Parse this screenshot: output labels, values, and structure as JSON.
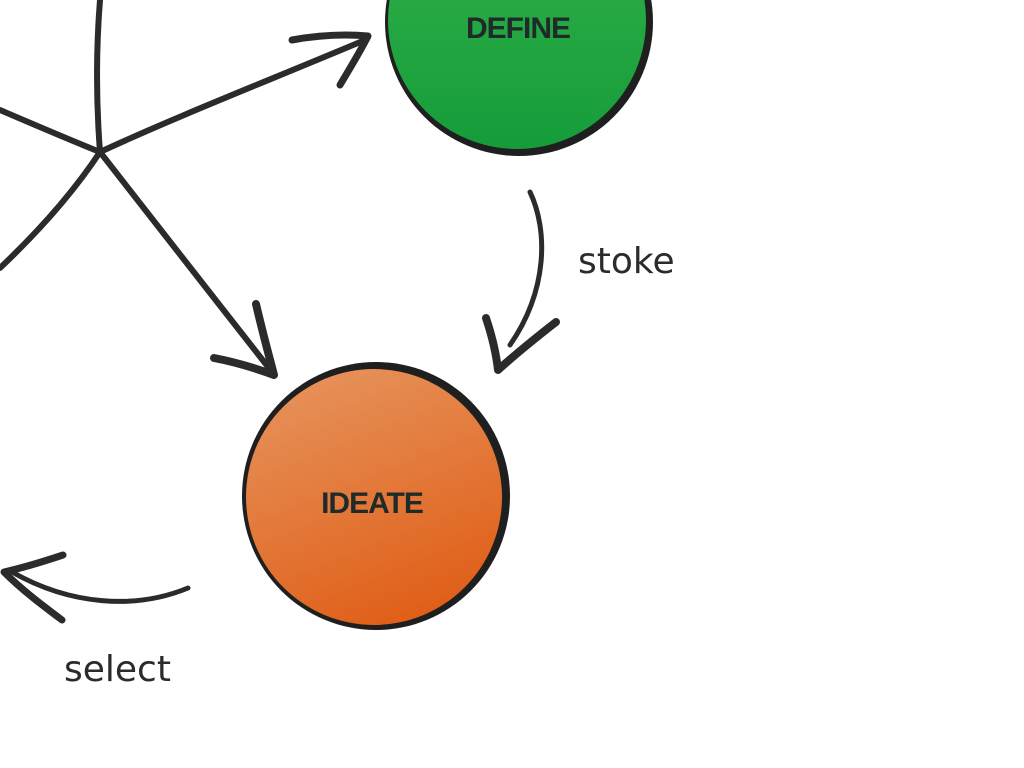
{
  "nodes": {
    "define": {
      "label": "DEFINE",
      "color_top": "#34b34a",
      "color_bottom": "#159c3a"
    },
    "ideate": {
      "label": "IDEATE",
      "color_top": "#e6935c",
      "color_bottom": "#e05f18"
    }
  },
  "edge_labels": {
    "stoke": "stoke",
    "select": "select"
  },
  "colors": {
    "ink": "#2b2b2b",
    "background": "#ffffff"
  }
}
